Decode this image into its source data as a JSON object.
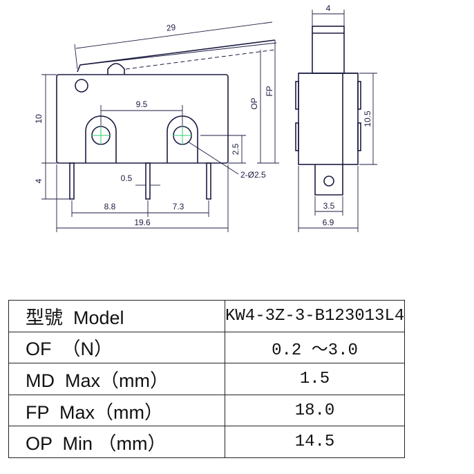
{
  "drawing": {
    "dimensions": {
      "lever_length": "29",
      "hole_spacing": "9.5",
      "body_height": "10",
      "terminal_length": "4",
      "terminal_width": "0.5",
      "term_pitch_1": "8.8",
      "term_pitch_2": "7.3",
      "body_length": "19.6",
      "hole_offset": "2.5",
      "hole_dia": "2-Ø2.5",
      "op": "OP",
      "fp": "FP",
      "side_top_width": "4",
      "side_height": "10.5",
      "side_term_width": "3.5",
      "side_width": "6.9"
    }
  },
  "spec_table": {
    "rows": [
      {
        "label": "型號  Model",
        "value": "KW4-3Z-3-B123013L4"
      },
      {
        "label": "OF  （N）",
        "value": "0.2 ～3.0"
      },
      {
        "label": "MD  Max（mm）",
        "value": "1.5"
      },
      {
        "label": "FP  Max（mm）",
        "value": "18.0"
      },
      {
        "label": "OP  Min （mm）",
        "value": "14.5"
      }
    ]
  },
  "colors": {
    "line": "#1a1a40",
    "green_center": "#2ecc71",
    "table_border": "#222222"
  }
}
